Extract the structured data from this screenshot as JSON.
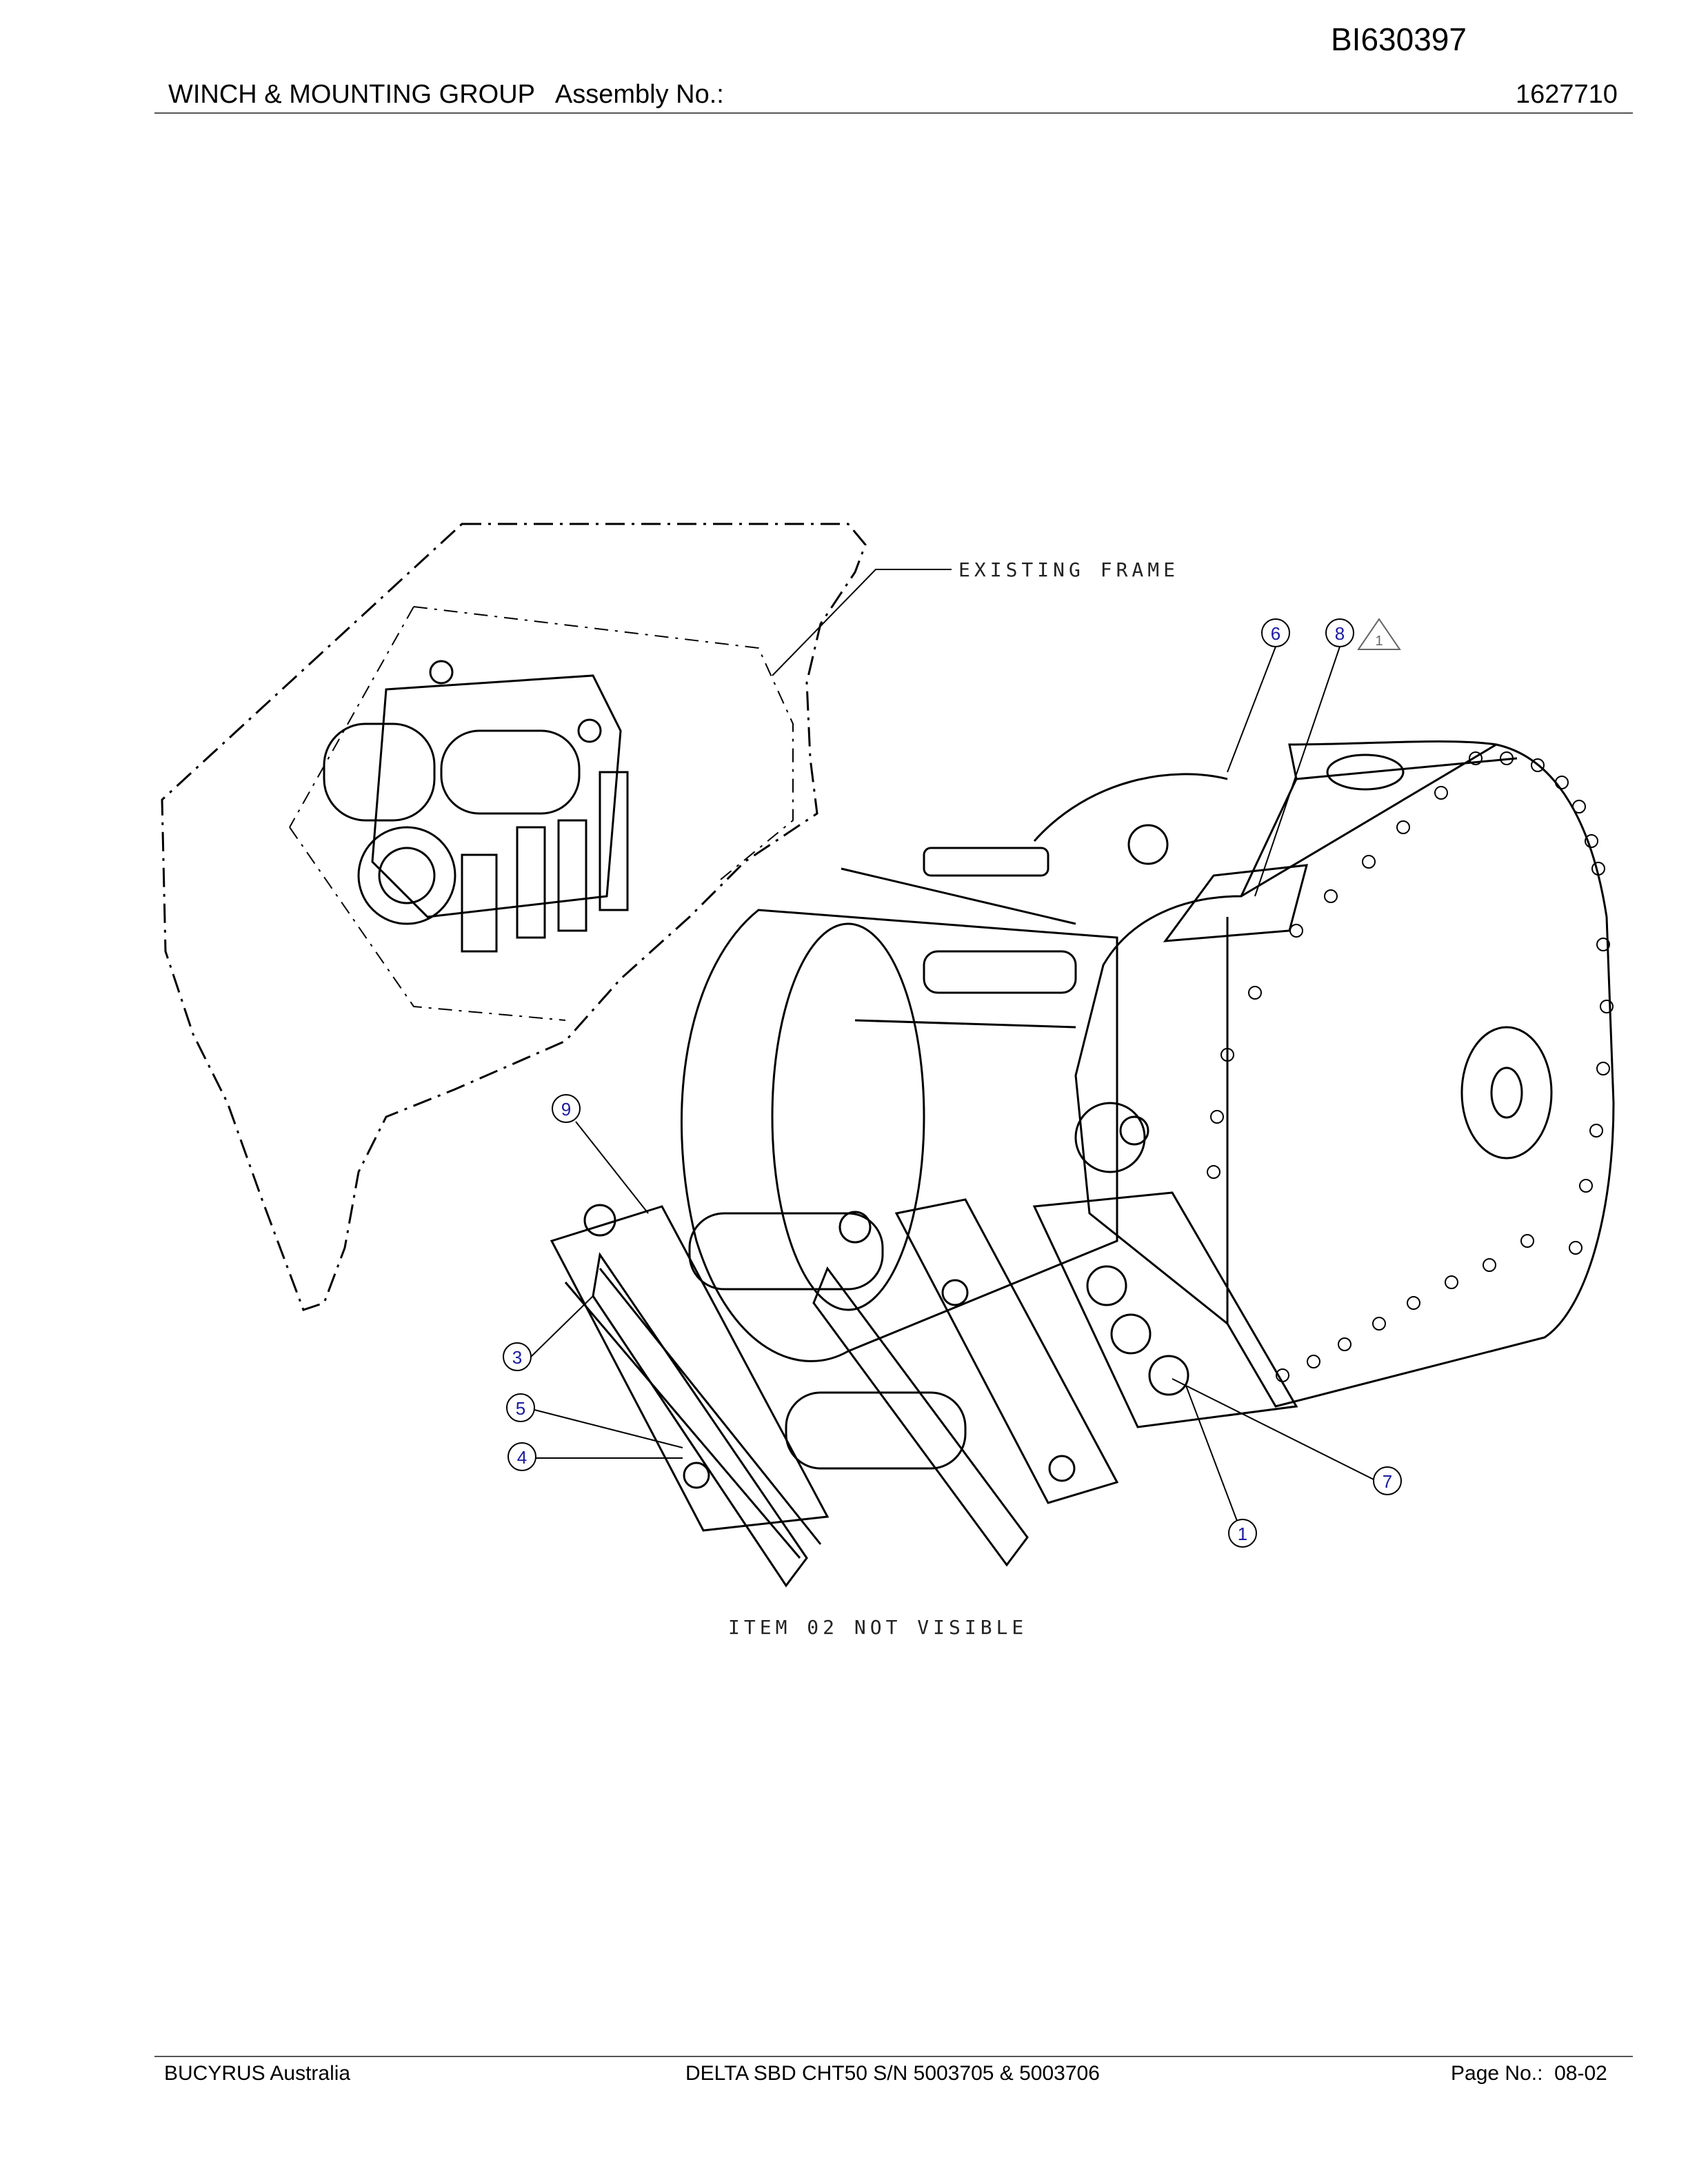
{
  "header": {
    "document_number": "BI630397",
    "group_title": "WINCH & MOUNTING GROUP",
    "assembly_label": "Assembly No.:",
    "assembly_number": "1627710"
  },
  "drawing": {
    "notes": {
      "existing_frame": "EXISTING FRAME",
      "item_not_visible": "ITEM 02 NOT VISIBLE"
    },
    "balloons": [
      "1",
      "3",
      "4",
      "5",
      "6",
      "7",
      "8",
      "9"
    ],
    "revision_triangle": "1"
  },
  "footer": {
    "company": "BUCYRUS Australia",
    "model": "DELTA SBD CHT50 S/N 5003705 & 5003706",
    "page_label": "Page No.:",
    "page_number": "08-02"
  }
}
